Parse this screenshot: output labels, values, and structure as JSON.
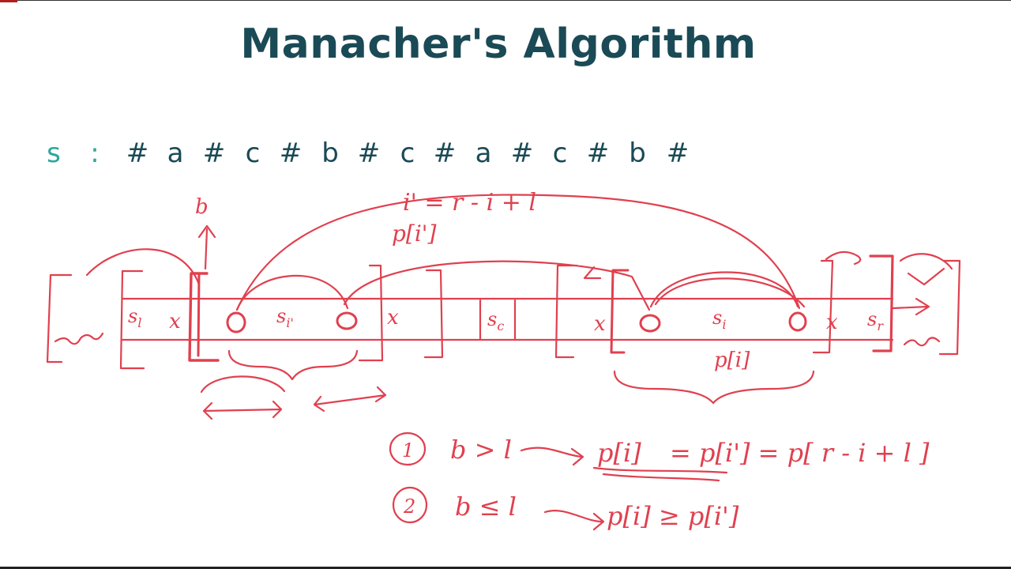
{
  "title": "Manacher's Algorithm",
  "sequence": {
    "label": "s",
    "separator": ":",
    "chars": [
      "#",
      "a",
      "#",
      "c",
      "#",
      "b",
      "#",
      "c",
      "#",
      "a",
      "#",
      "c",
      "#",
      "b",
      "#"
    ]
  },
  "annotations": {
    "b_top": "b",
    "mirror_formula": "i' = r - i + l",
    "p_mirror": "p[i']",
    "s_l": "s",
    "s_l_sub": "l",
    "s_i1": "s",
    "s_i1_sub": "i'",
    "s_c": "s",
    "s_c_sub": "c",
    "s_i": "s",
    "s_i_sub": "i",
    "s_r": "s",
    "s_r_sub": "r",
    "x_marks": [
      "x",
      "x",
      "x",
      "x"
    ],
    "p_i": "p[i]",
    "case1_num": "1",
    "case1_cond": "b > l",
    "case1_result_a": "p[i]",
    "case1_result_b": "= p[i'] = p[ r - i + l ]",
    "case2_num": "2",
    "case2_cond": "b ≤ l",
    "case2_result": "p[i] ≥ p[i']"
  },
  "colors": {
    "title": "#1a4a56",
    "label": "#2aa89a",
    "ink": "#e0404f"
  }
}
